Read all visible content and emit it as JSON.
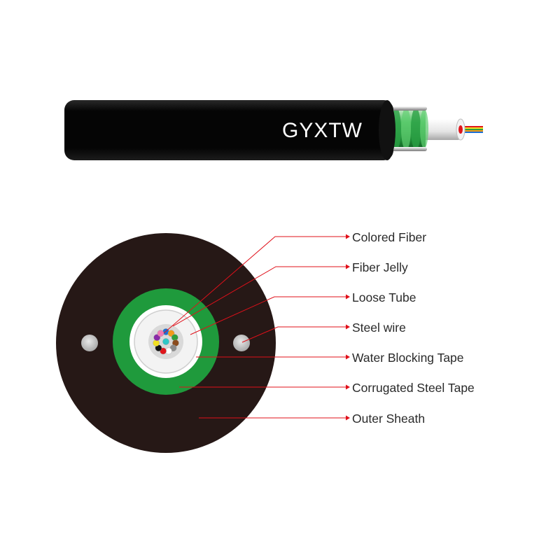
{
  "cable": {
    "model_label": "GYXTW"
  },
  "callouts": [
    {
      "label": "Colored Fiber"
    },
    {
      "label": "Fiber Jelly"
    },
    {
      "label": "Loose Tube"
    },
    {
      "label": "Steel wire"
    },
    {
      "label": "Water Blocking Tape"
    },
    {
      "label": "Corrugated Steel Tape"
    },
    {
      "label": "Outer Sheath"
    }
  ],
  "colors": {
    "sheath": "#261816",
    "cable_body": "#0b0b0b",
    "armor_green": "#1f9a3c",
    "steel_wire": "#bdbdbd",
    "leader_line": "#e0101a",
    "fiber_colors": [
      "#1a6fd6",
      "#f29a1a",
      "#2f9e3a",
      "#8a4b1e",
      "#8c8c8c",
      "#ffffff",
      "#e0151b",
      "#111111",
      "#f1df22",
      "#8a2aa8",
      "#f07ab4",
      "#2ec7c7"
    ]
  }
}
